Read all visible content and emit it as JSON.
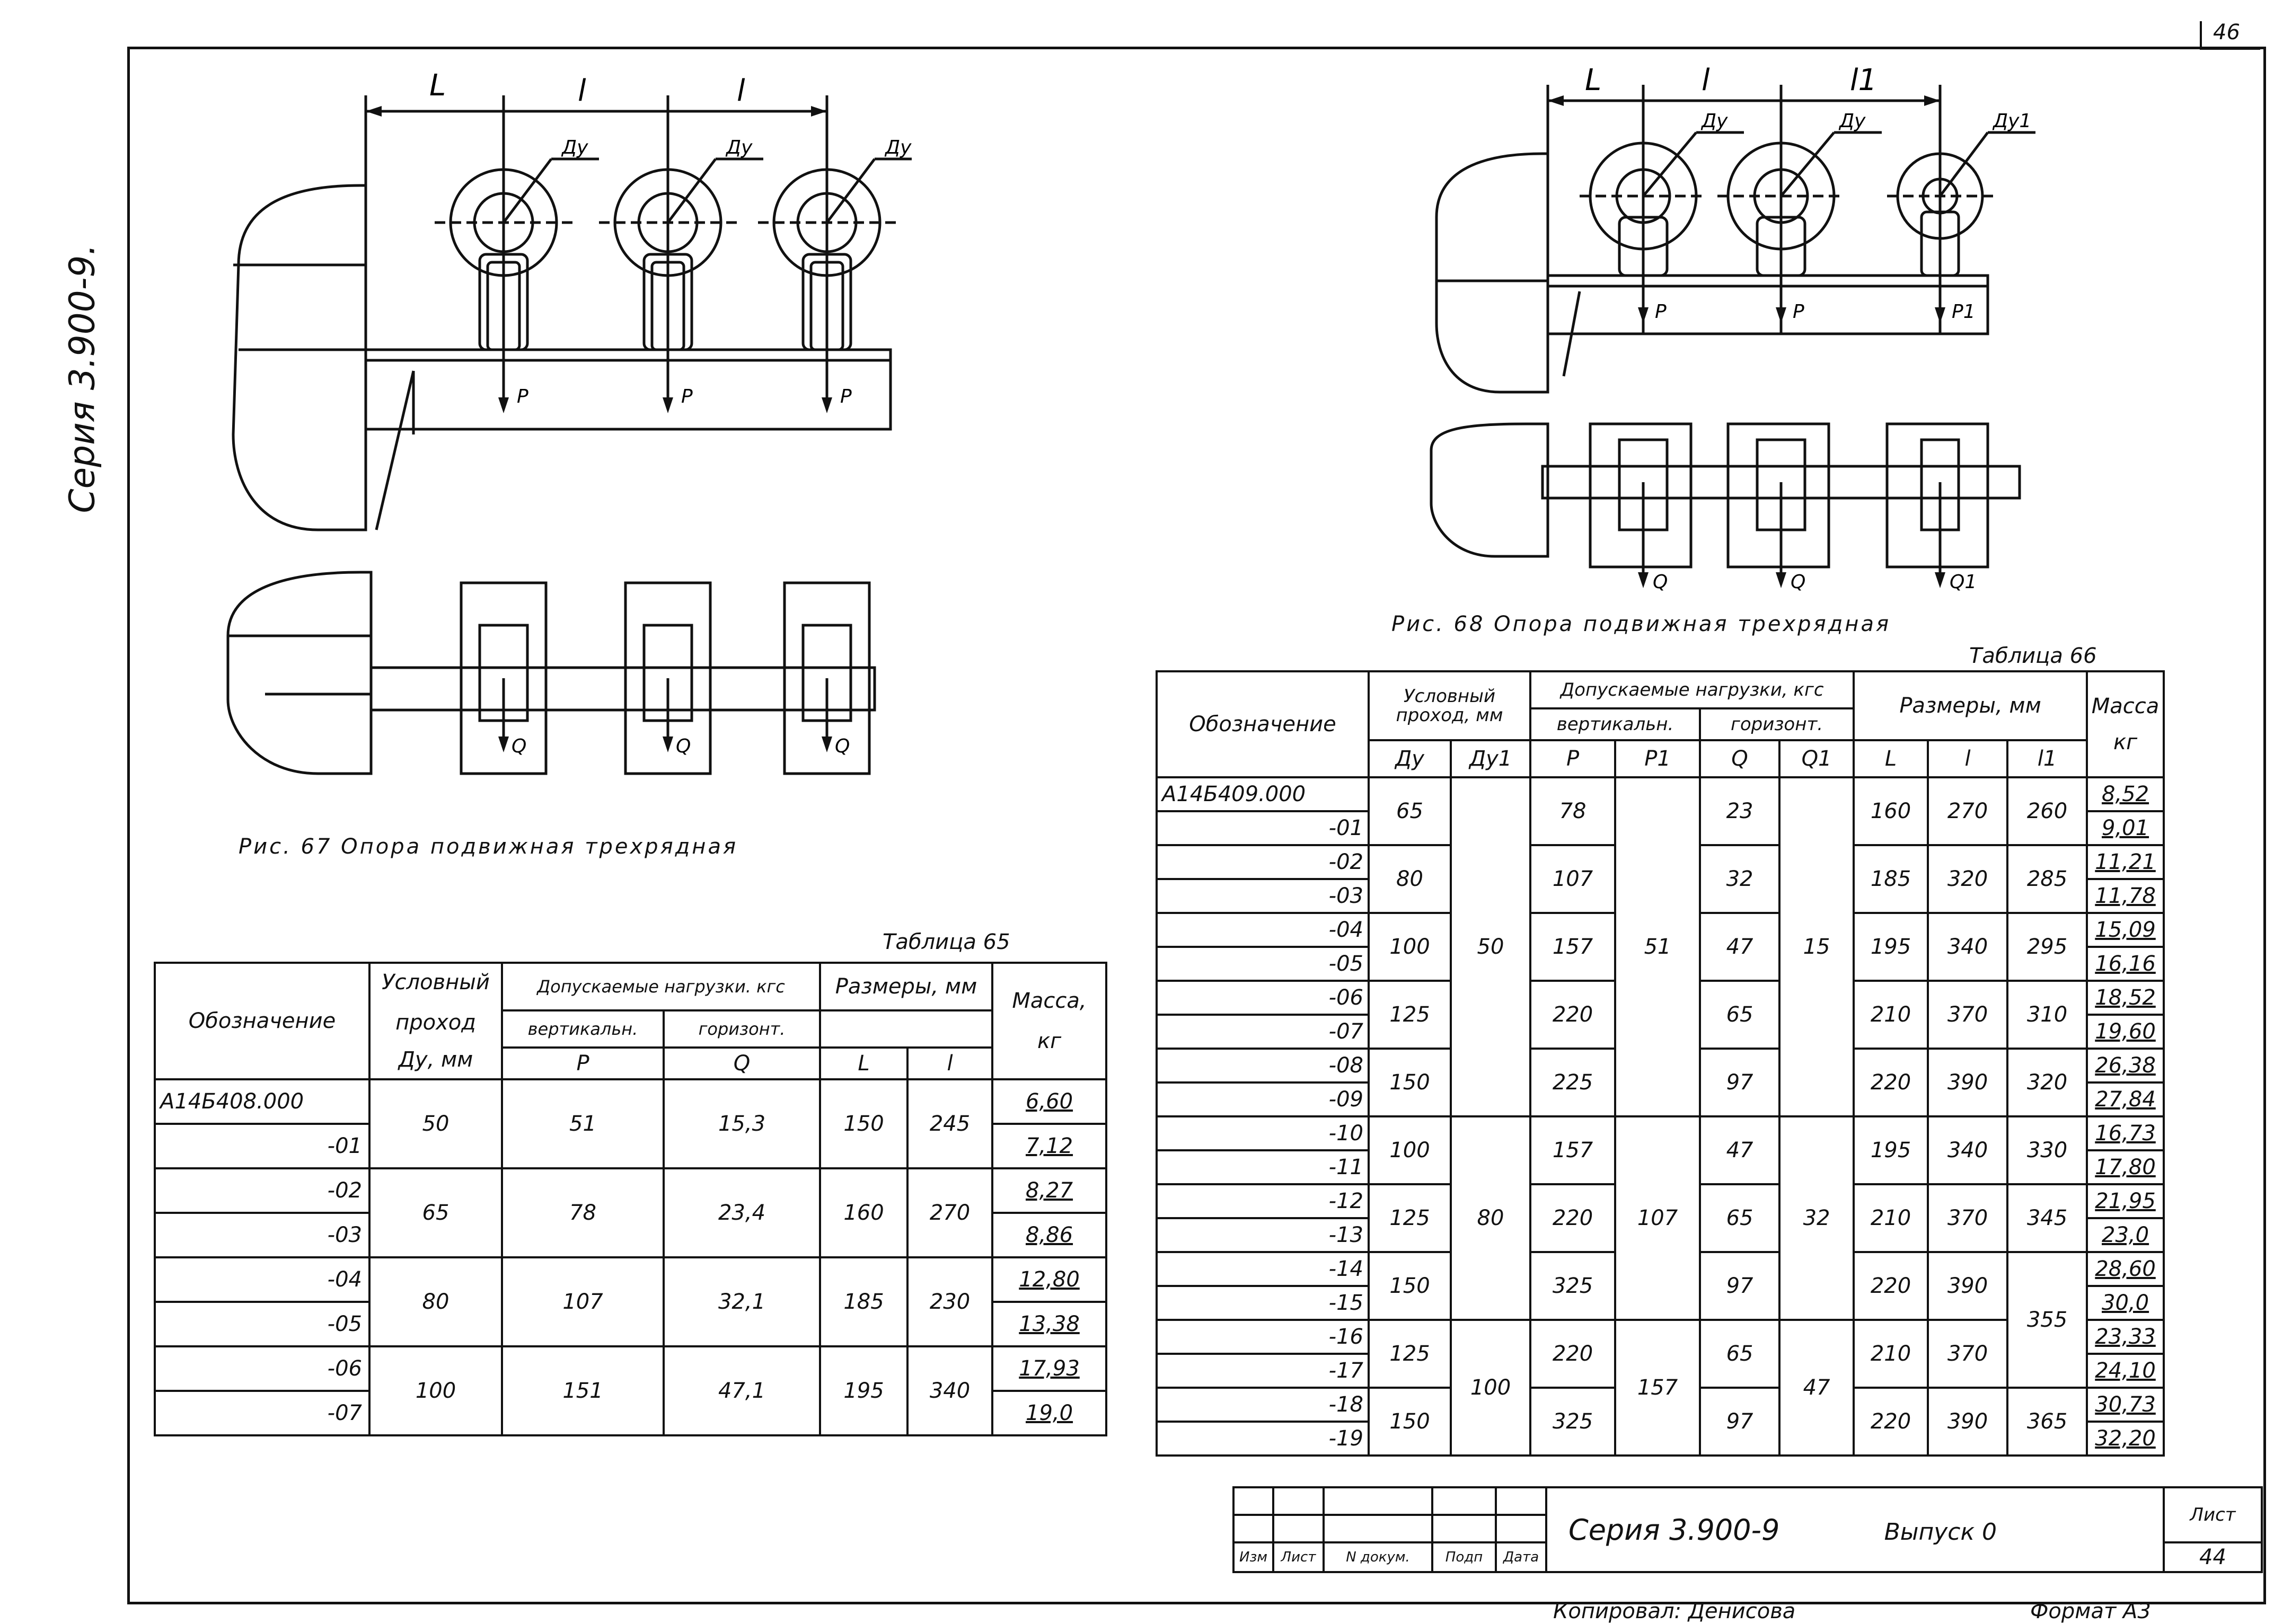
{
  "sheet_corner": "46",
  "series_vertical": "Серия 3.900-9.",
  "fig67": {
    "caption": "Рис. 67 Опора подвижная трехрядная",
    "dims": [
      "L",
      "l",
      "l"
    ],
    "dn_labels": [
      "Ду",
      "Ду",
      "Ду"
    ],
    "loads_p": [
      "P",
      "P",
      "P"
    ],
    "loads_q": [
      "Q",
      "Q",
      "Q"
    ]
  },
  "fig68": {
    "caption": "Рис. 68 Опора подвижная трехрядная",
    "dims": [
      "L",
      "l",
      "l1"
    ],
    "dn_labels": [
      "Ду",
      "Ду",
      "Ду1"
    ],
    "loads_p": [
      "P",
      "P",
      "P1"
    ],
    "loads_q": [
      "Q",
      "Q",
      "Q1"
    ]
  },
  "table65": {
    "title": "Таблица 65",
    "headers": {
      "designation": "Обозначение",
      "nominal_1": "Условный",
      "nominal_2": "проход",
      "nominal_3": "Ду, мм",
      "loads": "Допускаемые нагрузки. кгс",
      "vertical": "вертикальн.",
      "horizontal": "горизонт.",
      "p": "P",
      "q": "Q",
      "sizes": "Размеры, мм",
      "L": "L",
      "l": "l",
      "mass_1": "Масса,",
      "mass_2": "кг"
    },
    "rows": [
      {
        "codes": [
          "А14Б408.000",
          "-01"
        ],
        "dn": "50",
        "p": "51",
        "q": "15,3",
        "L": "150",
        "l": "245",
        "mass": [
          "6,60",
          "7,12"
        ]
      },
      {
        "codes": [
          "-02",
          "-03"
        ],
        "dn": "65",
        "p": "78",
        "q": "23,4",
        "L": "160",
        "l": "270",
        "mass": [
          "8,27",
          "8,86"
        ]
      },
      {
        "codes": [
          "-04",
          "-05"
        ],
        "dn": "80",
        "p": "107",
        "q": "32,1",
        "L": "185",
        "l": "230",
        "mass": [
          "12,80",
          "13,38"
        ]
      },
      {
        "codes": [
          "-06",
          "-07"
        ],
        "dn": "100",
        "p": "151",
        "q": "47,1",
        "L": "195",
        "l": "340",
        "mass": [
          "17,93",
          "19,0"
        ]
      }
    ]
  },
  "table66": {
    "title": "Таблица 66",
    "headers": {
      "designation": "Обозначение",
      "nominal": "Условный проход, мм",
      "dn": "Ду",
      "dn1": "Ду1",
      "loads": "Допускаемые нагрузки, кгс",
      "vertical": "вертикальн.",
      "horizontal": "горизонт.",
      "p": "P",
      "p1": "P1",
      "q": "Q",
      "q1": "Q1",
      "sizes": "Размеры, мм",
      "L": "L",
      "l": "l",
      "l1": "l1",
      "mass_1": "Масса",
      "mass_2": "кг"
    },
    "codes": [
      "А14Б409.000",
      "-01",
      "-02",
      "-03",
      "-04",
      "-05",
      "-06",
      "-07",
      "-08",
      "-09",
      "-10",
      "-11",
      "-12",
      "-13",
      "-14",
      "-15",
      "-16",
      "-17",
      "-18",
      "-19"
    ],
    "dn": [
      "65",
      "80",
      "100",
      "125",
      "150",
      "100",
      "125",
      "150",
      "125",
      "150"
    ],
    "dn1": [
      "50",
      "80",
      "100"
    ],
    "p": [
      "78",
      "107",
      "157",
      "220",
      "225",
      "157",
      "220",
      "325",
      "220",
      "325"
    ],
    "p1": [
      "51",
      "107",
      "157"
    ],
    "q": [
      "23",
      "32",
      "47",
      "65",
      "97",
      "47",
      "65",
      "97",
      "65",
      "97"
    ],
    "q1": [
      "15",
      "32",
      "47"
    ],
    "L": [
      "160",
      "185",
      "195",
      "210",
      "220",
      "195",
      "210",
      "220",
      "210",
      "220"
    ],
    "l": [
      "270",
      "320",
      "340",
      "370",
      "390",
      "340",
      "370",
      "390",
      "370",
      "390"
    ],
    "l1": [
      "260",
      "285",
      "295",
      "310",
      "320",
      "330",
      "345",
      "355",
      "365"
    ],
    "mass": [
      "8,52",
      "9,01",
      "11,21",
      "11,78",
      "15,09",
      "16,16",
      "18,52",
      "19,60",
      "26,38",
      "27,84",
      "16,73",
      "17,80",
      "21,95",
      "23,0",
      "28,60",
      "30,0",
      "23,33",
      "24,10",
      "30,73",
      "32,20"
    ]
  },
  "title_block": {
    "cols": [
      "Изм",
      "Лист",
      "N докум.",
      "Подп",
      "Дата"
    ],
    "series": "Серия 3.900-9",
    "issue": "Выпуск 0",
    "sheet_label": "Лист",
    "sheet_no": "44"
  },
  "footer": {
    "copied": "Копировал: Денисова",
    "format": "Формат А3"
  }
}
